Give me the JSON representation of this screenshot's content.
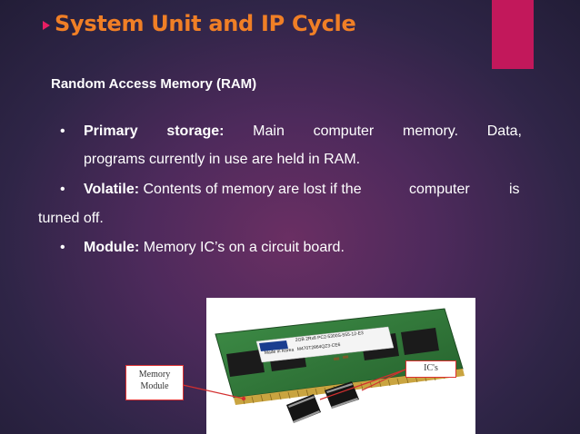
{
  "slide": {
    "title": "System Unit and IP Cycle",
    "subtitle": "Random Access Memory (RAM)",
    "bullets": [
      {
        "term": "Primary",
        "term2": "storage:",
        "words": [
          "Main",
          "computer",
          "memory.",
          "Data,"
        ],
        "continuation": "programs currently in use are held in RAM."
      },
      {
        "term": "Volatile:",
        "text": "Contents of memory are lost if the",
        "word2": "computer",
        "word3": "is",
        "continuation": "turned off."
      },
      {
        "term": "Module:",
        "text": "Memory IC’s on a circuit board."
      }
    ],
    "bullet_char": "•"
  },
  "figure": {
    "callout_module": [
      "Memory",
      "Module"
    ],
    "callout_ics": "IC's",
    "label_text": [
      "Made in Korea",
      "M470T2864QZ3-CE6",
      "2GB 2Rx8 PC2-5300S-555-12-E3"
    ]
  },
  "colors": {
    "title": "#f07f26",
    "accent_bar": "#c2185b",
    "arrow": "#e91e63",
    "text": "#ffffff",
    "pcb": "#2e7d3b",
    "callout_border": "#dd3333"
  }
}
